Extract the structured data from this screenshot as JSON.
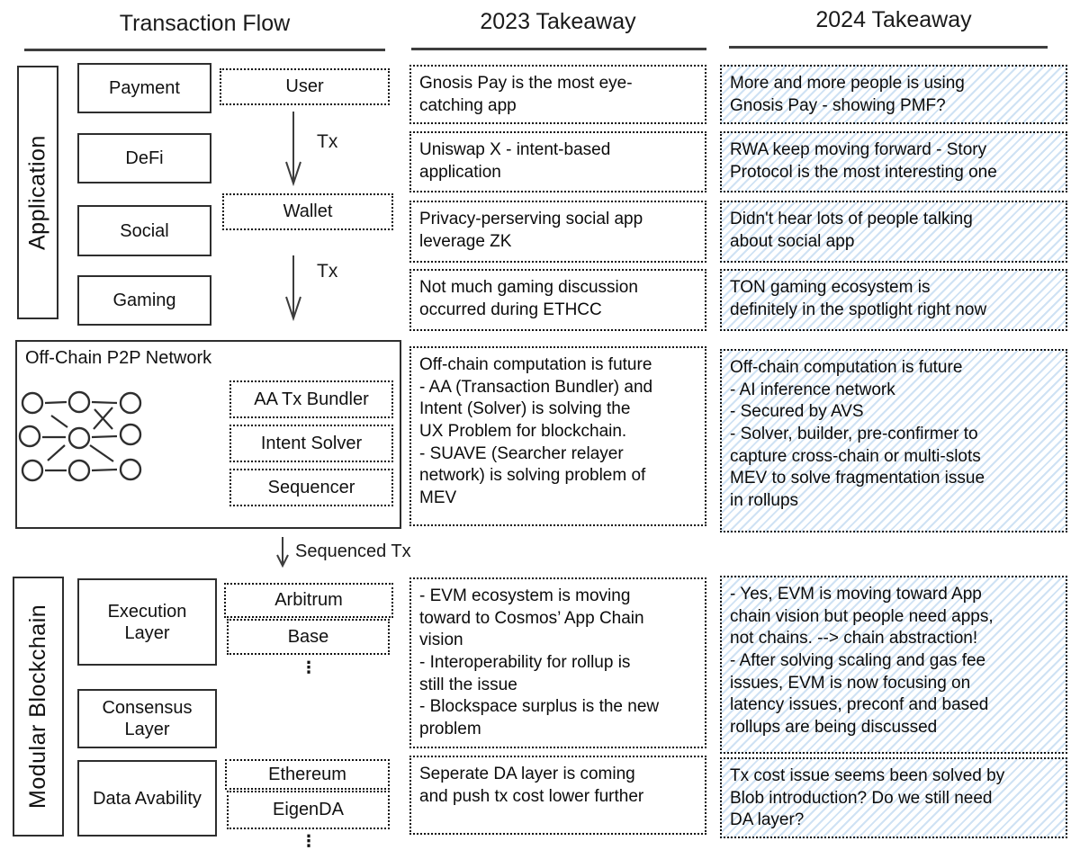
{
  "headers": {
    "flow": "Transaction Flow",
    "y2023": "2023 Takeaway",
    "y2024": "2024 Takeaway"
  },
  "application": {
    "label": "Application",
    "payment": "Payment",
    "defi": "DeFi",
    "social": "Social",
    "gaming": "Gaming",
    "user": "User",
    "wallet": "Wallet",
    "tx": "Tx"
  },
  "offchain": {
    "title": "Off-Chain P2P Network",
    "bundler": "AA Tx Bundler",
    "solver": "Intent Solver",
    "sequencer": "Sequencer"
  },
  "flow": {
    "sequenced_tx": "Sequenced Tx"
  },
  "modular": {
    "label": "Modular Blockchain",
    "execution": "Execution\nLayer",
    "consensus": "Consensus\nLayer",
    "da": "Data Avability",
    "arbitrum": "Arbitrum",
    "base": "Base",
    "ethereum": "Ethereum",
    "eigenda": "EigenDA",
    "more": "⋮"
  },
  "takeaway2023": [
    "Gnosis Pay is the most eye-\ncatching app",
    "Uniswap X - intent-based\napplication",
    "Privacy-perserving social app\nleverage ZK",
    "Not much gaming discussion\noccurred during ETHCC",
    "Off-chain computation is future\n- AA (Transaction Bundler) and\nIntent (Solver) is solving the\nUX Problem for blockchain.\n- SUAVE (Searcher relayer\nnetwork) is solving problem of\nMEV",
    "- EVM ecosystem is moving\ntoward to Cosmos’ App Chain\nvision\n- Interoperability for rollup is\nstill the issue\n- Blockspace surplus is the new\nproblem",
    "Seperate DA layer is coming\nand push tx cost lower further"
  ],
  "takeaway2024": [
    "More and more people is using\nGnosis Pay - showing PMF?",
    "RWA keep moving forward - Story\nProtocol is the most interesting one",
    "Didn't hear lots of people talking\nabout social app",
    "TON gaming ecosystem is\ndefinitely in the spotlight right now",
    "Off-chain computation is future\n- AI inference network\n- Secured by AVS\n- Solver, builder, pre-confirmer to\ncapture cross-chain or multi-slots\nMEV to solve fragmentation issue\nin rollups",
    "- Yes, EVM is moving toward App\nchain vision but people need apps,\nnot chains. --> chain abstraction!\n- After solving scaling and gas fee\nissues, EVM is now focusing on\nlatency issues, preconf and based\nrollups are being discussed",
    "Tx cost issue seems been solved by\nBlob introduction? Do we still need\nDA layer?"
  ],
  "colors": {
    "hatch_stripe": "#cfe2f4",
    "line": "#2e2e2e"
  }
}
